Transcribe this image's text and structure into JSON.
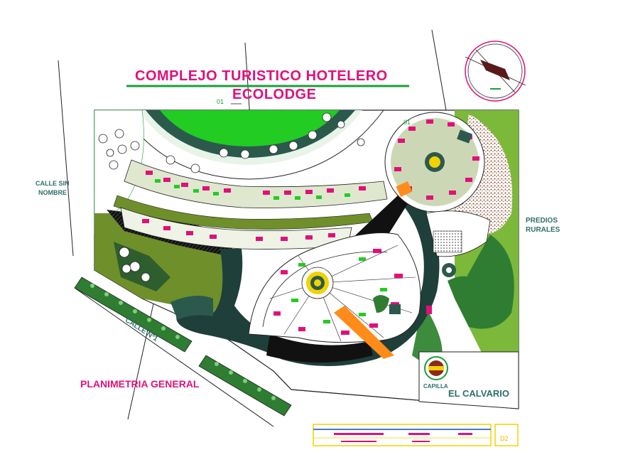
{
  "title": {
    "line1": "COMPLEJO TURISTICO HOTELERO",
    "line2": "ECOLODGE"
  },
  "labels": {
    "calle_sin_nombre_1": "CALLE SIN",
    "calle_sin_nombre_2": "NOMBRE",
    "calle_n1": "CALLE Nº1",
    "predios_1": "PREDIOS",
    "predios_2": "RURALES",
    "planimetria": "PLANIMETRIA GENERAL",
    "calvario": "EL CALVARIO",
    "capilla": "CAPILLA",
    "code_a": "01",
    "code_b": "01",
    "sheet": "D2"
  },
  "colors": {
    "title": "#e0107a",
    "lawn": "#22cc22",
    "dark_green": "#2f6b2f",
    "olive": "#6e8f2a",
    "teal_road": "#1f3f3a",
    "orange": "#ff8c1a",
    "yellow": "#f2d200",
    "soil": "#7a4b2a",
    "label": "#2f6f6a"
  }
}
